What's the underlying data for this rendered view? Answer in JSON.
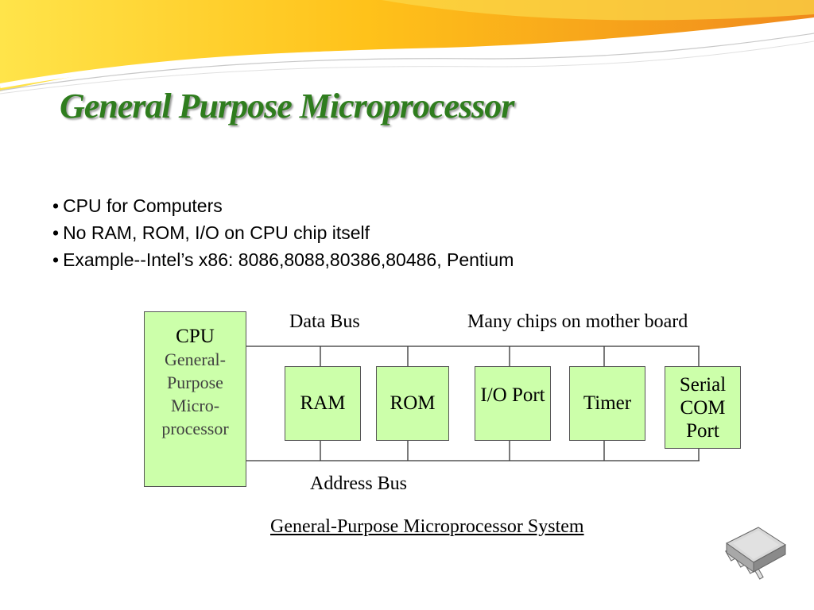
{
  "slide": {
    "title": "General Purpose Microprocessor",
    "bullets": [
      "CPU for Computers",
      "No RAM, ROM, I/O on CPU chip itself",
      "Example--Intel’s x86: 8086,8088,80386,80486, Pentium"
    ]
  },
  "diagram": {
    "cpu": {
      "label": "CPU",
      "desc": [
        "General-",
        "Purpose",
        "Micro-",
        "processor"
      ]
    },
    "chips": [
      "RAM",
      "ROM",
      "I/O Port",
      "Timer"
    ],
    "serial": [
      "Serial",
      "COM",
      "Port"
    ],
    "data_bus_label": "Data Bus",
    "note": "Many chips on mother board",
    "address_bus_label": "Address Bus",
    "caption": "General-Purpose Microprocessor System"
  },
  "colors": {
    "title": "#2f7d1e",
    "box_fill": "#ccffaa",
    "swoosh_orange": "#f4a020",
    "swoosh_yellow": "#ffd21a"
  },
  "icons": {
    "chip": "microchip-icon"
  }
}
